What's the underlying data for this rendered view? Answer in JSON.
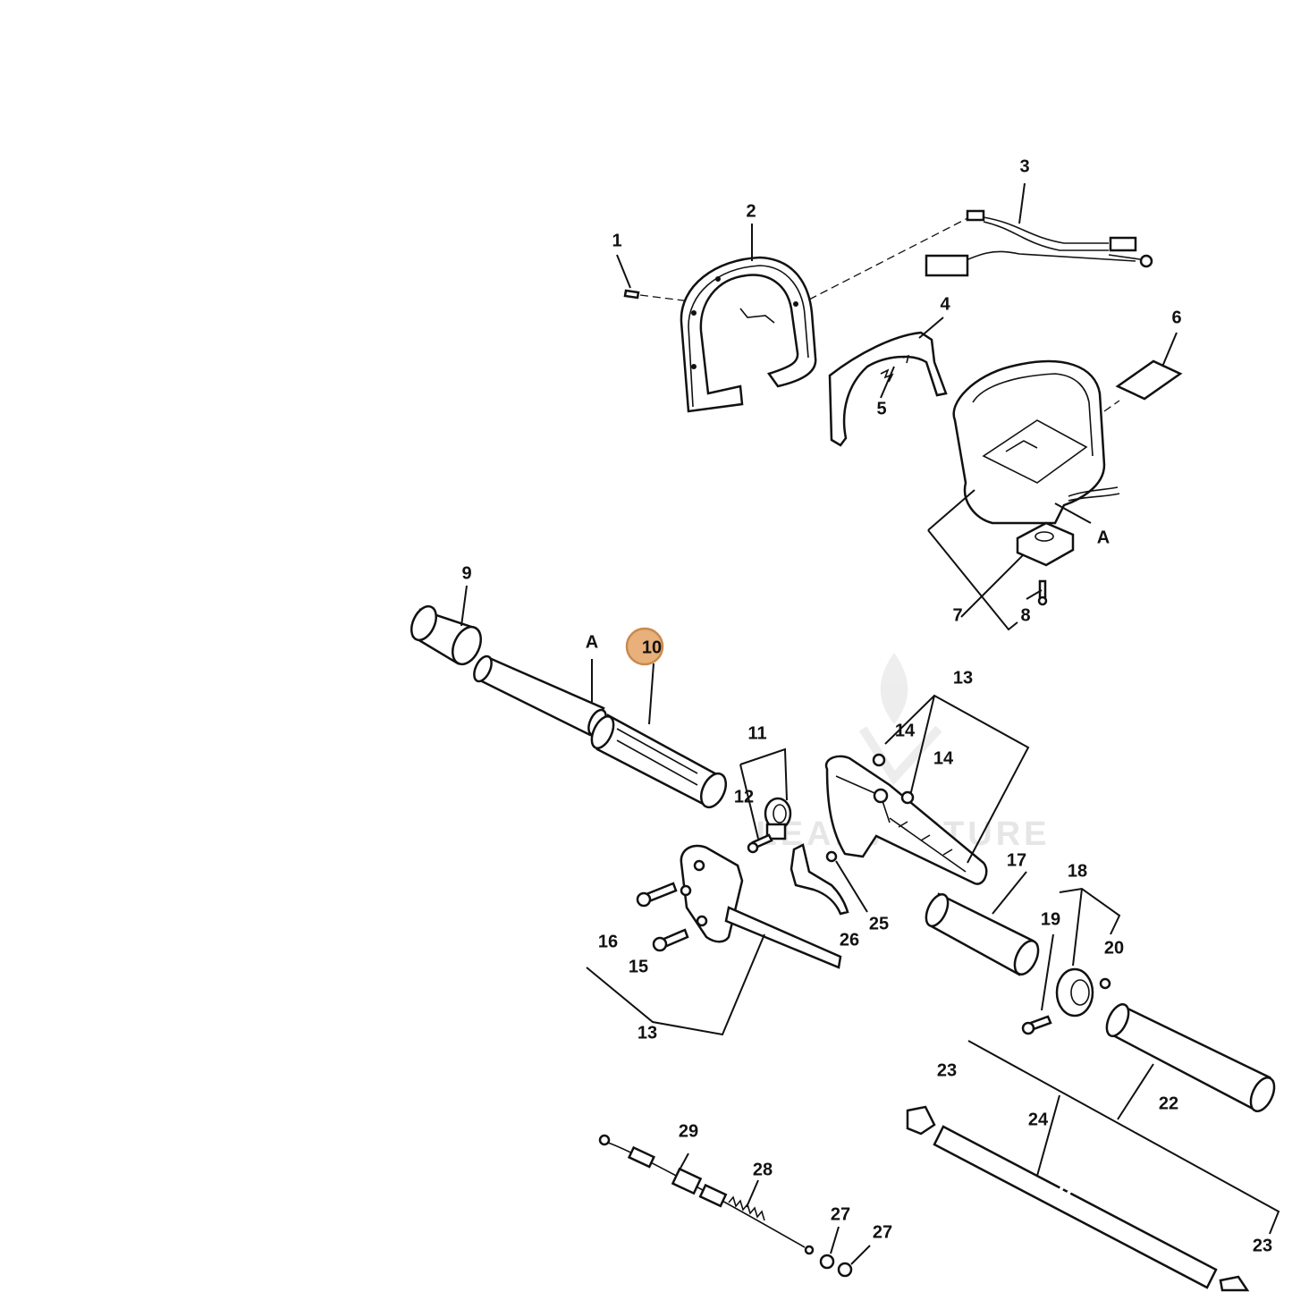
{
  "diagram": {
    "callouts": [
      "1",
      "2",
      "3",
      "4",
      "5",
      "6",
      "7",
      "8",
      "9",
      "A",
      "A",
      "10",
      "11",
      "12",
      "13",
      "13",
      "14",
      "14",
      "15",
      "16",
      "17",
      "18",
      "19",
      "20",
      "22",
      "23",
      "23",
      "24",
      "25",
      "26",
      "27",
      "27",
      "28",
      "29"
    ],
    "highlighted_callout": "10",
    "highlight_color": "#e8b07a",
    "highlight_border_color": "#c98a4e",
    "watermark": "LEADVENTURE"
  }
}
